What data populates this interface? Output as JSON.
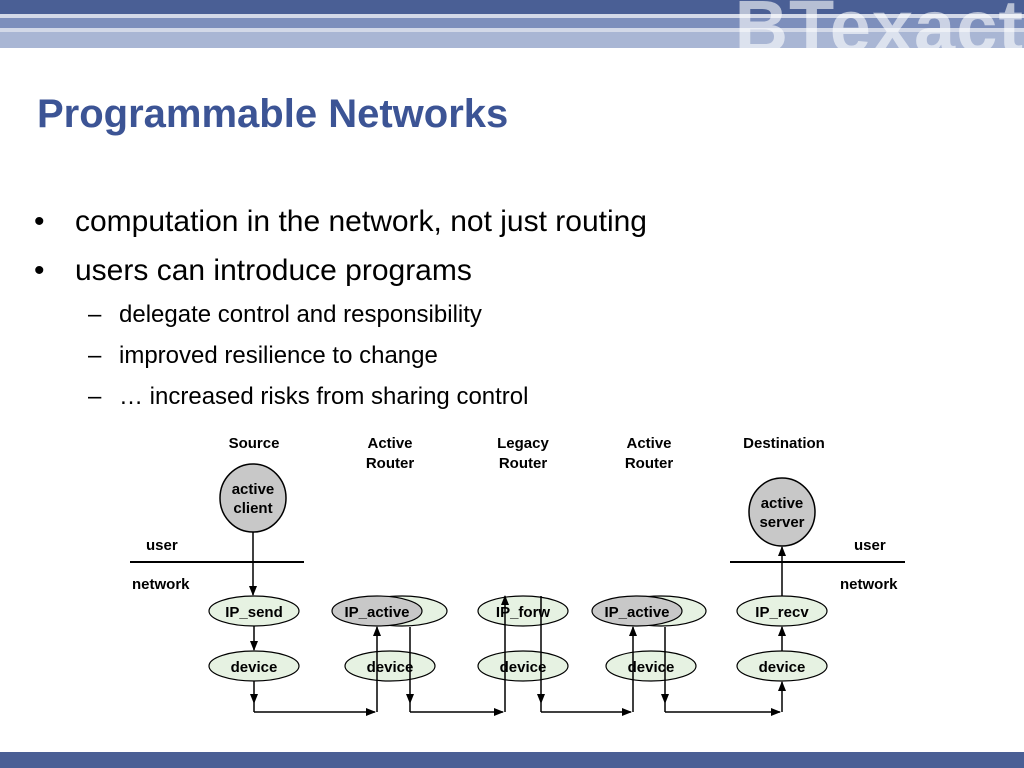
{
  "header": {
    "logo_text": "BTexact"
  },
  "slide": {
    "title": "Programmable Networks",
    "bullets": [
      {
        "marker": "•",
        "text": "computation in the network, not just routing"
      },
      {
        "marker": "•",
        "text": "users can introduce programs"
      }
    ],
    "sub_bullets": [
      {
        "marker": "–",
        "text": "delegate control and responsibility"
      },
      {
        "marker": "–",
        "text": "improved resilience to change"
      },
      {
        "marker": "–",
        "text": "… increased risks from sharing control"
      }
    ]
  },
  "diagram": {
    "columns": {
      "source": "Source",
      "active_router_1": [
        "Active",
        "Router"
      ],
      "legacy_router": [
        "Legacy",
        "Router"
      ],
      "active_router_2": [
        "Active",
        "Router"
      ],
      "destination": "Destination"
    },
    "layers": {
      "user_left": "user",
      "network_left": "network",
      "user_right": "user",
      "network_right": "network"
    },
    "nodes": {
      "active_client": [
        "active",
        "client"
      ],
      "active_server": [
        "active",
        "server"
      ],
      "ip_send": "IP_send",
      "ip_active_1": "IP_active",
      "ip_forw": "IP_forw",
      "ip_active_2": "IP_active",
      "ip_recv": "IP_recv",
      "device": "device"
    },
    "colors": {
      "node_fill": "#e6f2e2",
      "active_fill": "#c8c8c8",
      "stroke": "#000000"
    }
  }
}
